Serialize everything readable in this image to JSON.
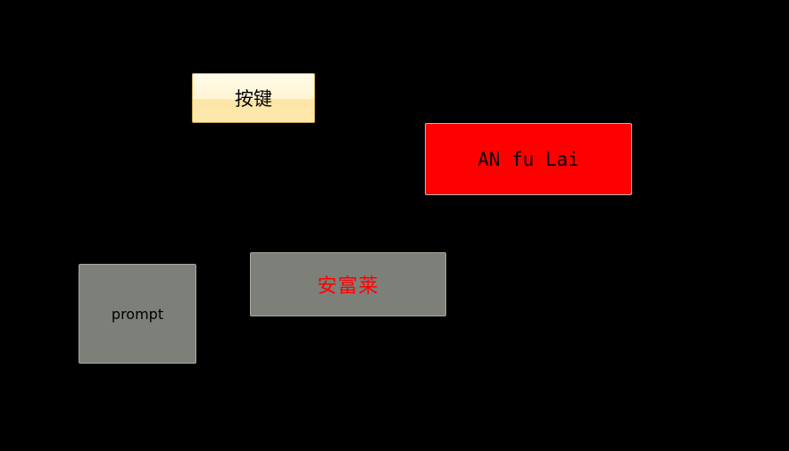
{
  "buttons": {
    "key_label": "按键",
    "anfulai_label": "AN fu Lai",
    "chinese_label": "安富莱"
  },
  "prompt": {
    "label": "prompt"
  },
  "colors": {
    "background": "#000000",
    "key_button_fill": "#fff5d4",
    "anfulai_button_fill": "#ff0000",
    "gray_fill": "#7d7f79",
    "chinese_text": "#ff0000"
  }
}
